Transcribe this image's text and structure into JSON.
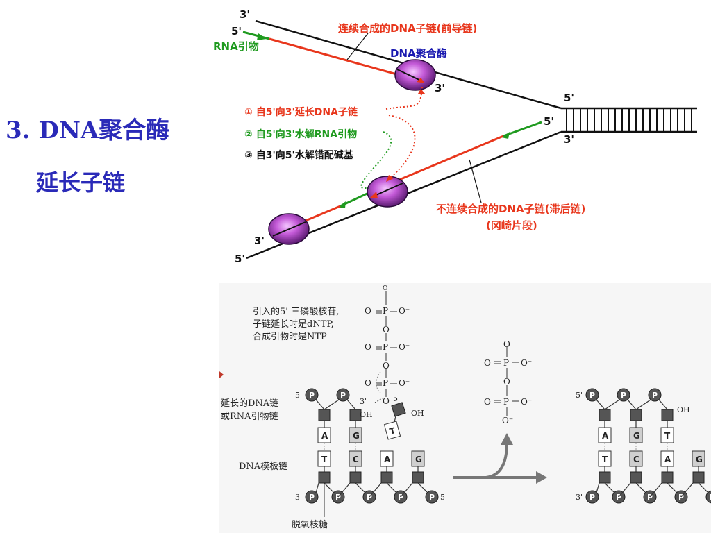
{
  "slide": {
    "title_line1": "3. DNA聚合酶",
    "title_line2": "延长子链"
  },
  "fork": {
    "label_3p_top": "3'",
    "label_5p_top": "5'",
    "rna_primer": "RNA引物",
    "leading_label": "连续合成的DNA子链(前导链)",
    "polymerase_label": "DNA聚合酶",
    "label_3p_enzyme": "3'",
    "label_5p_right_top": "5'",
    "label_5p_right_mid": "5'",
    "label_3p_right": "3'",
    "function_1": "① 自5'向3'延长DNA子链",
    "function_2": "② 自5'向3'水解RNA引物",
    "function_3": "③ 自3'向5'水解错配碱基",
    "lagging_label": "不连续合成的DNA子链(滞后链)",
    "okazaki_label": "(冈崎片段)",
    "label_3p_bottom": "3'",
    "label_5p_bottom": "5'",
    "colors": {
      "leading": "#e8361c",
      "primer": "#1f9a1f",
      "polymerase": "#1a1ab0",
      "enzyme": "#b44fc8"
    }
  },
  "reaction": {
    "incoming_text_1": "引入的5'-三磷酸核苷,",
    "incoming_text_2": "子链延长时是dNTP,",
    "incoming_text_3": "合成引物时是NTP",
    "growing_chain_1": "延长的DNA链",
    "growing_chain_2": "或RNA引物链",
    "template_label": "DNA模板链",
    "deoxyribose_label": "脱氧核糖",
    "P": "P",
    "O": "O",
    "O_minus": "O⁻",
    "OH": "OH",
    "label_5p": "5'",
    "label_3p": "3'",
    "bases_top": [
      "A",
      "G"
    ],
    "bases_bottom": [
      "T",
      "C",
      "A",
      "G"
    ],
    "incoming_base": "T",
    "product_bases_top": [
      "A",
      "G",
      "T"
    ],
    "product_bases_bottom": [
      "T",
      "C",
      "A",
      "G"
    ]
  }
}
